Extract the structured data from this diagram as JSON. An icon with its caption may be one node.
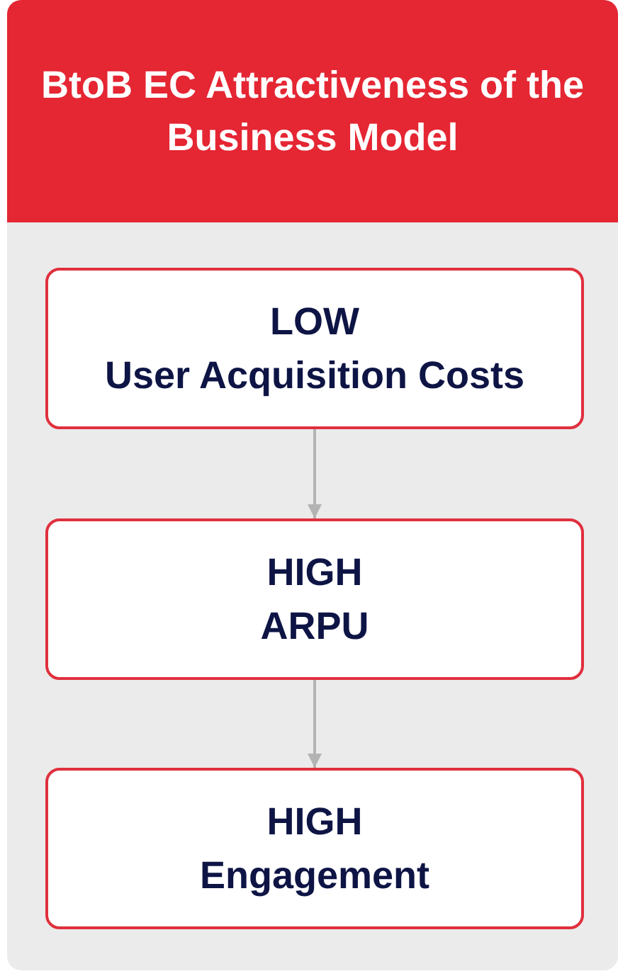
{
  "diagram": {
    "nodes": [
      {
        "text": [
          "BtoB EC Attractiveness of the Business Model"
        ]
      },
      {
        "text": [
          "LOW",
          "User Acquisition Costs"
        ],
        "in": 0
      },
      {
        "text": [
          "HIGH",
          "ARPU"
        ],
        "in": 0
      },
      {
        "text": [
          "HIGH",
          "Engagement"
        ],
        "in": 0
      }
    ],
    "edges": [
      {
        "from": 1,
        "to": 2,
        "arrow": "to"
      },
      {
        "from": 2,
        "to": 3,
        "arrow": "to"
      }
    ]
  }
}
